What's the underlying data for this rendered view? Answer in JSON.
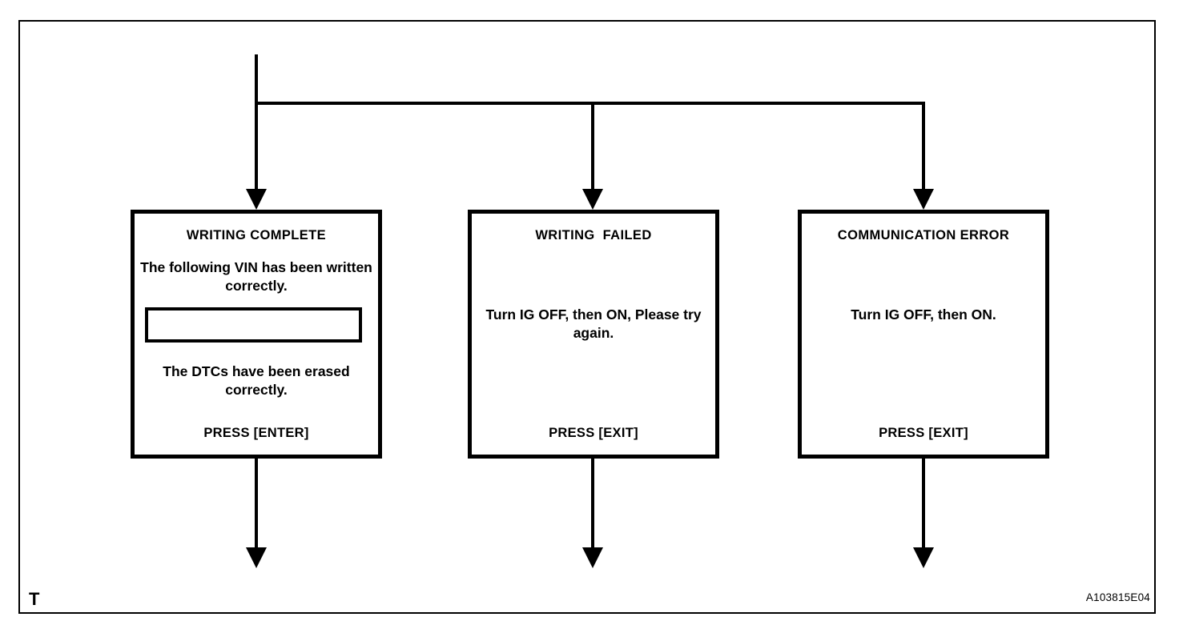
{
  "figure": {
    "corner_label": "T",
    "figure_id": "A103815E04"
  },
  "flow": {
    "inbound_label": "",
    "branches": 3
  },
  "boxes": [
    {
      "name": "writing-complete",
      "title": "WRITING COMPLETE",
      "body_top": "The following VIN has been written correctly.",
      "field_value": "",
      "body_bottom": "The DTCs have been erased correctly.",
      "footer": "PRESS [ENTER]"
    },
    {
      "name": "writing-failed",
      "title": "WRITING  FAILED",
      "body": "Turn IG OFF, then ON, Please try again.",
      "footer": "PRESS [EXIT]"
    },
    {
      "name": "communication-error",
      "title": "COMMUNICATION ERROR",
      "body": "Turn IG OFF, then ON.",
      "footer": "PRESS [EXIT]"
    }
  ]
}
